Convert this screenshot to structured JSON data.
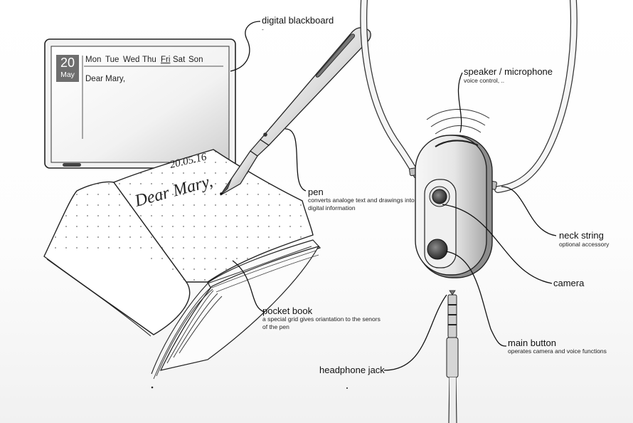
{
  "blackboard": {
    "date_day": "20",
    "date_month": "May",
    "weekdays": [
      "Mon",
      "Tue",
      "Wed",
      "Thu",
      "Fri",
      "Sat",
      "Son"
    ],
    "highlighted_day": "Fri",
    "letter_text": "Dear Mary,"
  },
  "labels": {
    "digital_blackboard": {
      "title": "digital blackboard",
      "sub": "-"
    },
    "speaker_microphone": {
      "title": "speaker / microphone",
      "sub": "voice control, .."
    },
    "pen": {
      "title": "pen",
      "sub": "converts analoge text and drawings into digital information"
    },
    "neck_string": {
      "title": "neck string",
      "sub": "optional accessory"
    },
    "camera": {
      "title": "camera"
    },
    "pocket_book": {
      "title": "pocket book",
      "sub": "a special grid gives oriantation to the senors of the pen"
    },
    "main_button": {
      "title": "main button",
      "sub": "operates camera and voice functions"
    },
    "headphone_jack": {
      "title": "headphone jack"
    }
  },
  "notebook": {
    "date_scribble": "20.05.16",
    "greeting_scribble": "Dear Mary,"
  }
}
